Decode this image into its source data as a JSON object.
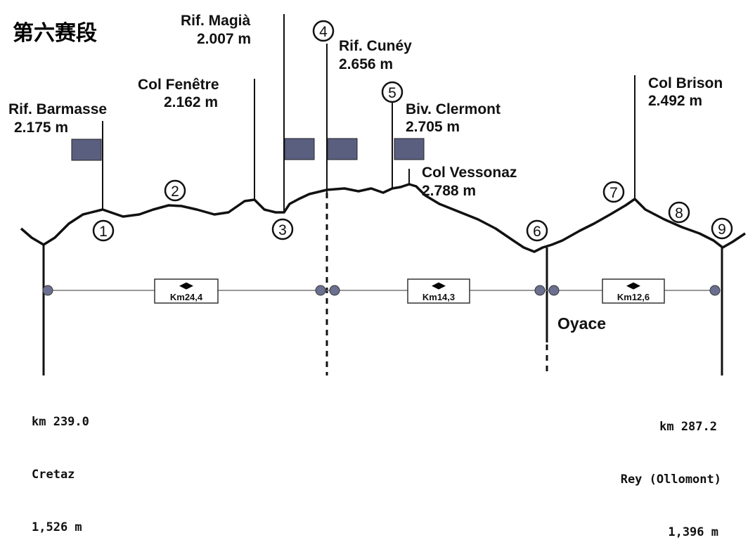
{
  "title": "第六赛段",
  "peaks": [
    {
      "name": "Rif. Barmasse",
      "elev": "2.175 m"
    },
    {
      "name": "Col Fenêtre",
      "elev": "2.162 m"
    },
    {
      "name": "Rif. Magià",
      "elev": "2.007 m"
    },
    {
      "name": "Rif. Cunéy",
      "elev": "2.656 m"
    },
    {
      "name": "Biv. Clermont",
      "elev": "2.705 m"
    },
    {
      "name": "Col Vessonaz",
      "elev": "2.788 m"
    },
    {
      "name": "Col Brison",
      "elev": "2.492 m"
    }
  ],
  "waypoints": [
    "1",
    "2",
    "3",
    "4",
    "5",
    "6",
    "7",
    "8",
    "9"
  ],
  "segments": [
    "Km24,4",
    "Km14,3",
    "Km12,6"
  ],
  "village": "Oyace",
  "start": {
    "km": "km 239.0",
    "place": "Cretaz",
    "elev": "1,526 m"
  },
  "end": {
    "km": "km 287.2",
    "place": "Rey (Ollomont)",
    "elev": "1,396 m"
  },
  "colors": {
    "line": "#111111",
    "marker": "#5a5f80",
    "dot": "#6b7090"
  }
}
